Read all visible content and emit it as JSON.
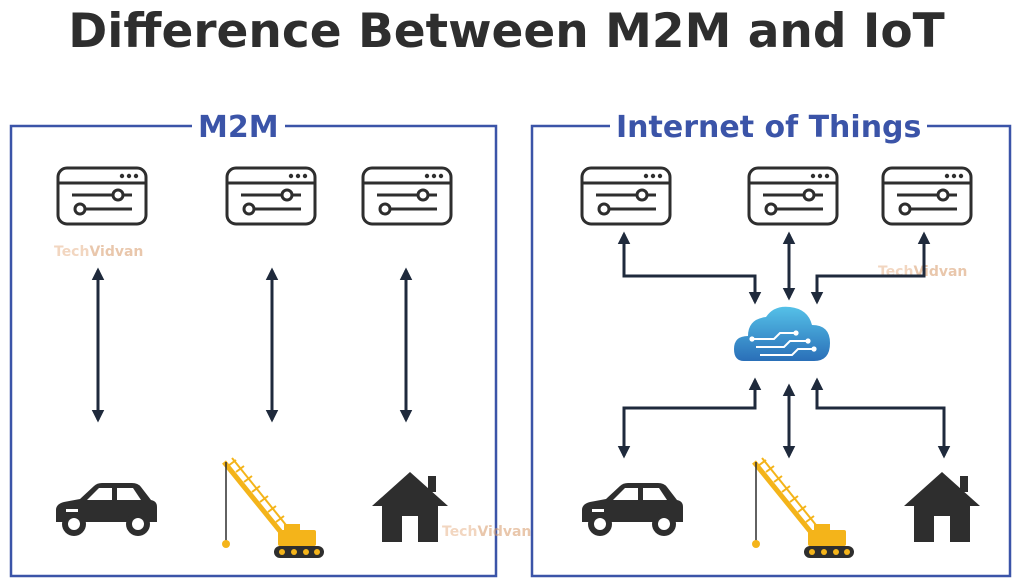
{
  "title": "Difference Between M2M and IoT",
  "panels": {
    "m2m": {
      "label": "M2M"
    },
    "iot": {
      "label": "Internet of Things"
    }
  },
  "watermarks": [
    {
      "prefix": "Tech",
      "suffix": "Vidvan"
    },
    {
      "prefix": "Tech",
      "suffix": "Vidvan"
    },
    {
      "prefix": "Tech",
      "suffix": "Vidvan"
    }
  ],
  "colors": {
    "panel_border": "#3b54a8",
    "arrow": "#1f2a3c",
    "icon": "#2e2e2e",
    "crane": "#f4b41a",
    "cloud_top": "#55c1e8",
    "cloud_bottom": "#2a6fb8",
    "watermark": "#e8b58e"
  },
  "icons": [
    "server-icon",
    "car-icon",
    "crane-icon",
    "house-icon",
    "cloud-icon"
  ]
}
